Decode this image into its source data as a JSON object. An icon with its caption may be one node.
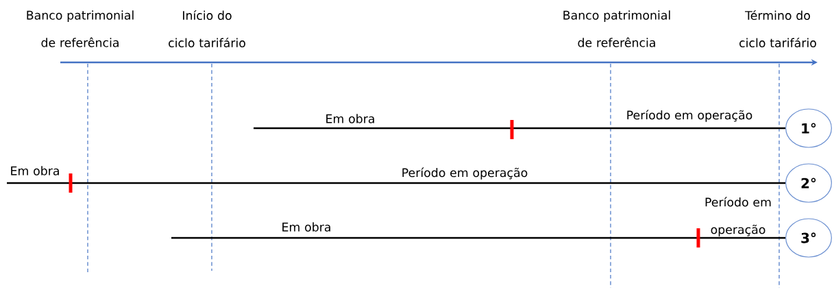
{
  "diagram": {
    "nodes": [
      {
        "text": [
          "1°"
        ]
      },
      {
        "text": [
          "2°"
        ]
      },
      {
        "text": [
          "3°"
        ]
      }
    ],
    "edges": [
      {
        "from": null,
        "to": 0,
        "arrow": "none"
      },
      {
        "from": null,
        "to": 1,
        "arrow": "none"
      },
      {
        "from": null,
        "to": 2,
        "arrow": "none"
      }
    ],
    "labels": [
      "Banco patrimonial de referência",
      "Início do ciclo tarifário",
      "Banco patrimonial de referência",
      "Término do ciclo tarifário",
      "Em obra",
      "Período em operação",
      "Em obra",
      "Período em operação",
      "Período em operação",
      "Em obra"
    ]
  }
}
